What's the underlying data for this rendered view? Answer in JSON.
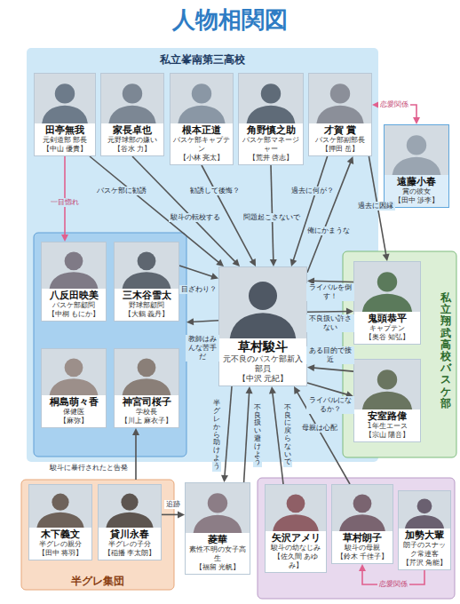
{
  "diagram": {
    "title": "人物相関図",
    "nodes": [
      {
        "text": [
          "私立峯南第三高校"
        ]
      },
      {
        "text": [
          "田亭無我",
          "元剣道部 部長",
          "【中山 優貴】"
        ],
        "in": 0
      },
      {
        "text": [
          "家長卓也",
          "元野球部の嫌い",
          "【谷水 力】"
        ],
        "in": 0
      },
      {
        "text": [
          "根本正道",
          "バスケ部キャプテン",
          "【小林 亮太】"
        ],
        "in": 0
      },
      {
        "text": [
          "角野慎之助",
          "バスケ部マネージャー",
          "【荒井 啓志】"
        ],
        "in": 0
      },
      {
        "text": [
          "才賀 賞",
          "バスケ部副部長",
          "【押田 岳】"
        ],
        "in": 0
      },
      {
        "text": [
          "遠藤小春",
          "賞の彼女",
          "【田中 渉李】"
        ]
      },
      {
        "text": [],
        "in": 0
      },
      {
        "text": [
          "八反田映美",
          "バスケ部顧問",
          "【中桐 もにか】"
        ],
        "in": 7
      },
      {
        "text": [
          "三木谷雪太",
          "野球部顧問",
          "【大鶴 義丹】"
        ],
        "in": 7
      },
      {
        "text": [
          "桐島萌々香",
          "保健医",
          "【麻弥】"
        ],
        "in": 7
      },
      {
        "text": [
          "神宮司桜子",
          "学校長",
          "【川上 麻衣子】"
        ],
        "in": 7
      },
      {
        "text": [
          "草村駿斗",
          "元不良のバスケ部新入部員",
          "【中沢 元紀】"
        ],
        "in": 0
      },
      {
        "text": [
          "私立翔武高校バスケ部"
        ]
      },
      {
        "text": [
          "鬼頭恭平",
          "キャプテン",
          "【奥谷 知弘】"
        ],
        "in": 13
      },
      {
        "text": [
          "安室路偉",
          "1年生エース",
          "【宗山 陽音】"
        ],
        "in": 13
      },
      {
        "text": [
          "半グレ集団"
        ]
      },
      {
        "text": [
          "木下義文",
          "半グレの親分",
          "【田中 将羽】"
        ],
        "in": 16
      },
      {
        "text": [
          "貸川永春",
          "半グレの子分",
          "【稲播 李太朗】"
        ],
        "in": 16
      },
      {
        "text": [
          "菱華",
          "素性不明の女子高生",
          "【福留 光帆】"
        ]
      },
      {
        "text": [
          "矢沢アメリ",
          "駿斗の幼なじみ",
          "【佐久間 あゆみ】"
        ]
      },
      {
        "text": [
          "草村朗子",
          "駿斗の母親",
          "【鈴木 千佳子】"
        ]
      },
      {
        "text": [
          "加勢大輩",
          "朗子のスナック常連客",
          "【芹沢 角能】"
        ]
      }
    ],
    "edges": [
      {
        "from": 1,
        "to": 8,
        "arrow": "to",
        "label": "一目惚れ"
      },
      {
        "from": 5,
        "to": 6,
        "arrow": "both",
        "label": "恋愛関係"
      },
      {
        "from": 1,
        "to": 12,
        "arrow": "to",
        "label": "バスケ部に勧誘"
      },
      {
        "from": 2,
        "to": 12,
        "arrow": "to",
        "label": "駿斗の転校する"
      },
      {
        "from": 3,
        "to": 12,
        "arrow": "to",
        "label": "勧誘して後悔？"
      },
      {
        "from": 4,
        "to": 12,
        "arrow": "to",
        "label": "問題起こさないで"
      },
      {
        "from": 5,
        "to": 12,
        "arrow": "to",
        "label": "過去に何が？"
      },
      {
        "from": 12,
        "to": 5,
        "arrow": "to",
        "label": "俺にかまうな"
      },
      {
        "from": 5,
        "to": 14,
        "arrow": "to",
        "label": "過去に因縁"
      },
      {
        "from": 9,
        "to": 12,
        "arrow": "to",
        "label": "目ざわり？"
      },
      {
        "from": 12,
        "to": 7,
        "arrow": "to",
        "label": "教師はみんな苦手だ"
      },
      {
        "from": 14,
        "to": 12,
        "arrow": "to",
        "label": "ライバルを倒す！"
      },
      {
        "from": 12,
        "to": 14,
        "arrow": "to",
        "label": "不良扱い許さない"
      },
      {
        "from": 15,
        "to": 12,
        "arrow": "to",
        "label": "ある目的で接近"
      },
      {
        "from": 12,
        "to": 15,
        "arrow": "to",
        "label": "ライバルになるか？"
      },
      {
        "from": 16,
        "to": 11,
        "arrow": "to",
        "label": "駿斗に暴行されたと告発"
      },
      {
        "from": 18,
        "to": 19,
        "arrow": "to",
        "label": "追跡"
      },
      {
        "from": 12,
        "to": 19,
        "arrow": "to",
        "label": "半グレから助けよう"
      },
      {
        "from": 19,
        "to": 12,
        "arrow": "to",
        "label": "不良扱い避けよう"
      },
      {
        "from": 20,
        "to": 12,
        "arrow": "to",
        "label": "不良に戻らないで"
      },
      {
        "from": 21,
        "to": 12,
        "arrow": "to",
        "label": "母親は心配"
      },
      {
        "from": 22,
        "to": 21,
        "arrow": "to",
        "label": "恋愛関係"
      }
    ]
  }
}
